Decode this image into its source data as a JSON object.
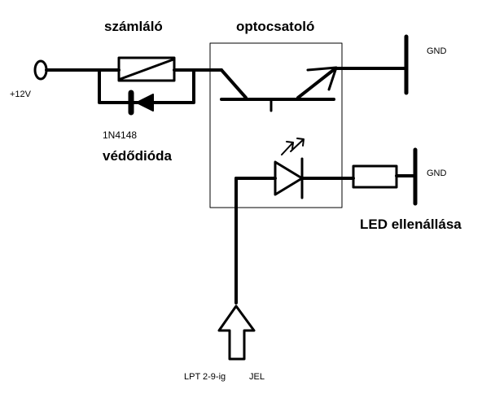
{
  "labels": {
    "counter": "számláló",
    "optocoupler": "optocsatoló",
    "supply": "+12V",
    "gnd_top": "GND",
    "gnd_bottom": "GND",
    "diode_part": "1N4148",
    "diode_name": "védődióda",
    "led_resistor": "LED ellenállása",
    "lpt_pins": "LPT 2-9-ig",
    "signal": "JEL"
  },
  "colors": {
    "ink": "#000000",
    "box": "#000000",
    "background": "#ffffff"
  }
}
